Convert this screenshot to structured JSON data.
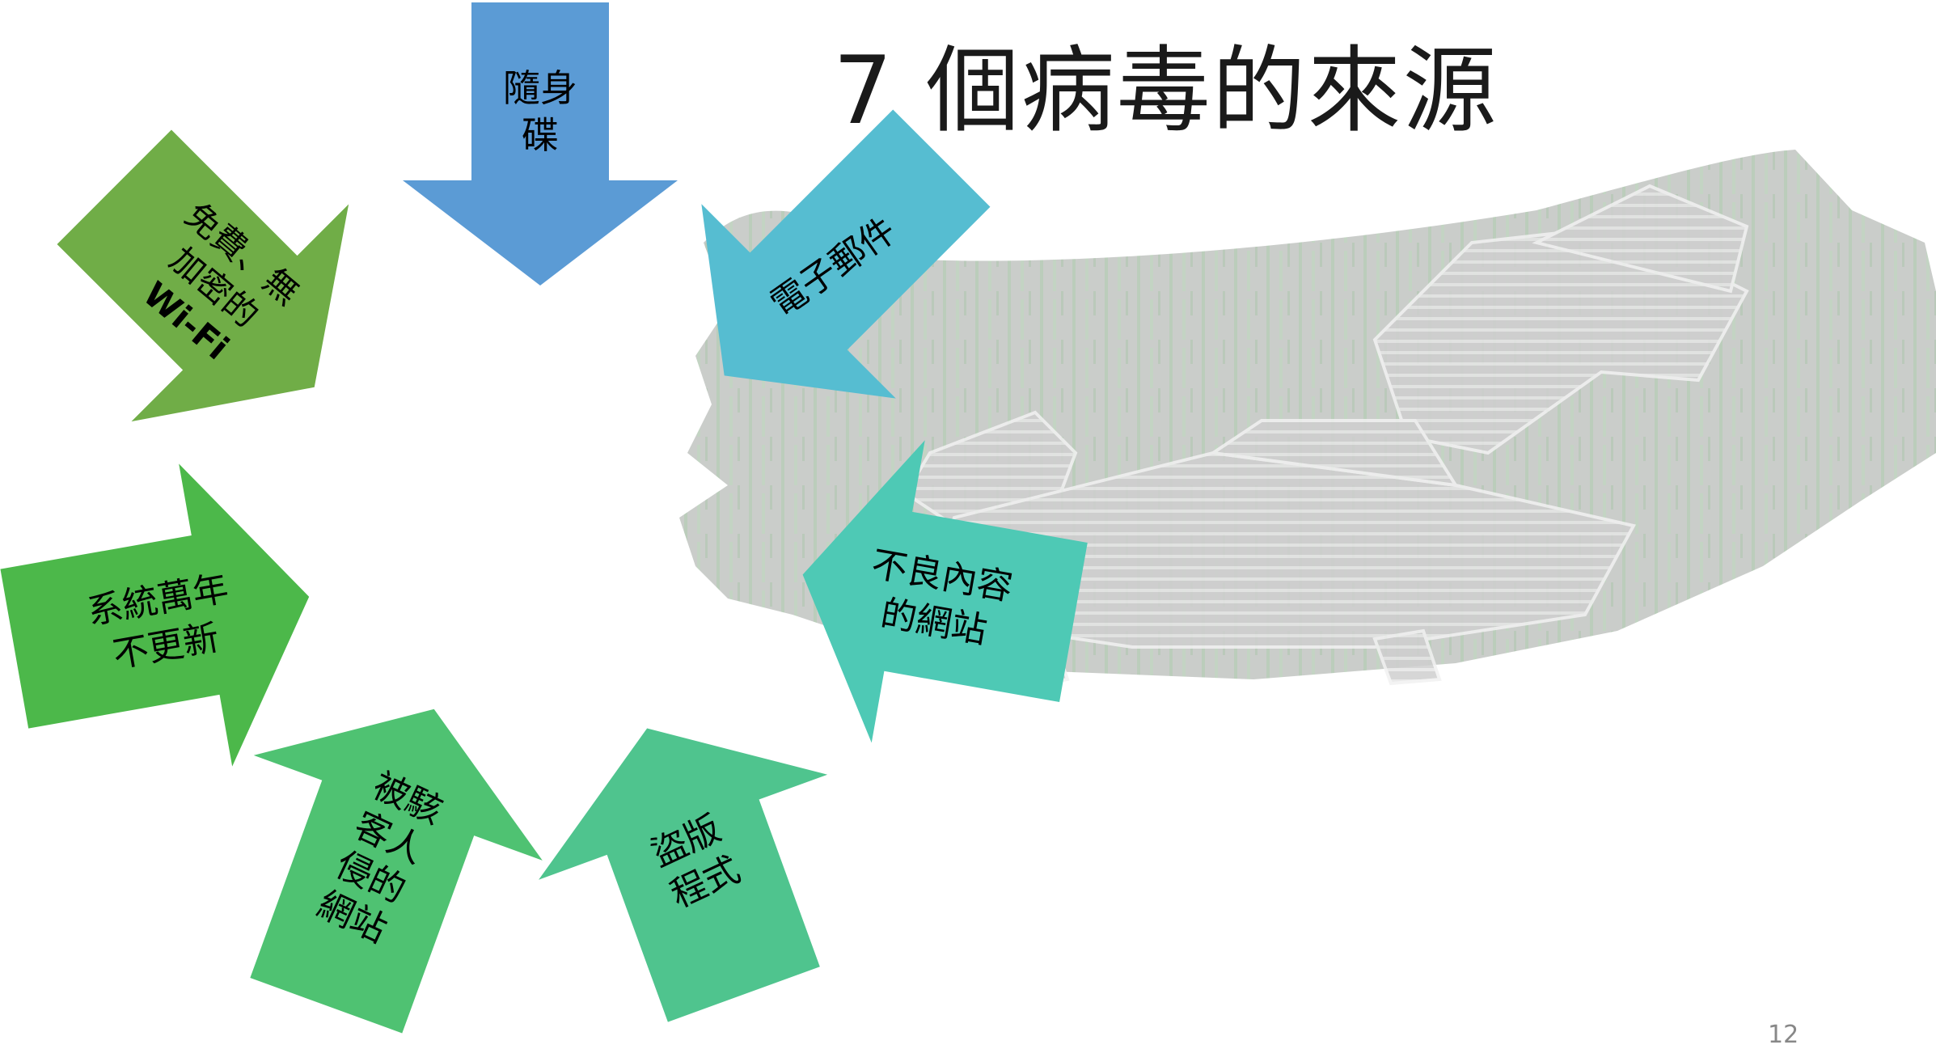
{
  "slide": {
    "title": "7 個病毒的來源",
    "page_number": "12"
  },
  "arrows": [
    {
      "id": "usb",
      "lines": [
        "隨身",
        "碟"
      ],
      "color": "#5b9bd5"
    },
    {
      "id": "email",
      "lines": [
        "電子郵件"
      ],
      "color": "#56bdd1"
    },
    {
      "id": "badsite",
      "lines": [
        "不良內容",
        "的網站"
      ],
      "color": "#4ec9b5"
    },
    {
      "id": "pirate",
      "lines": [
        "盜版",
        "程式"
      ],
      "color": "#4fc48e"
    },
    {
      "id": "hacked",
      "lines": [
        "被駭",
        "客人",
        "侵的",
        "網站"
      ],
      "color": "#4fc272"
    },
    {
      "id": "outdated",
      "lines": [
        "系統萬年",
        "不更新"
      ],
      "color": "#4cb84a"
    },
    {
      "id": "wifi",
      "lines": [
        "免費、無",
        "加密的",
        "Wi-Fi"
      ],
      "color": "#70ad47"
    }
  ],
  "background_image": {
    "description_icon": "trojan-horse-matrix-icon"
  }
}
